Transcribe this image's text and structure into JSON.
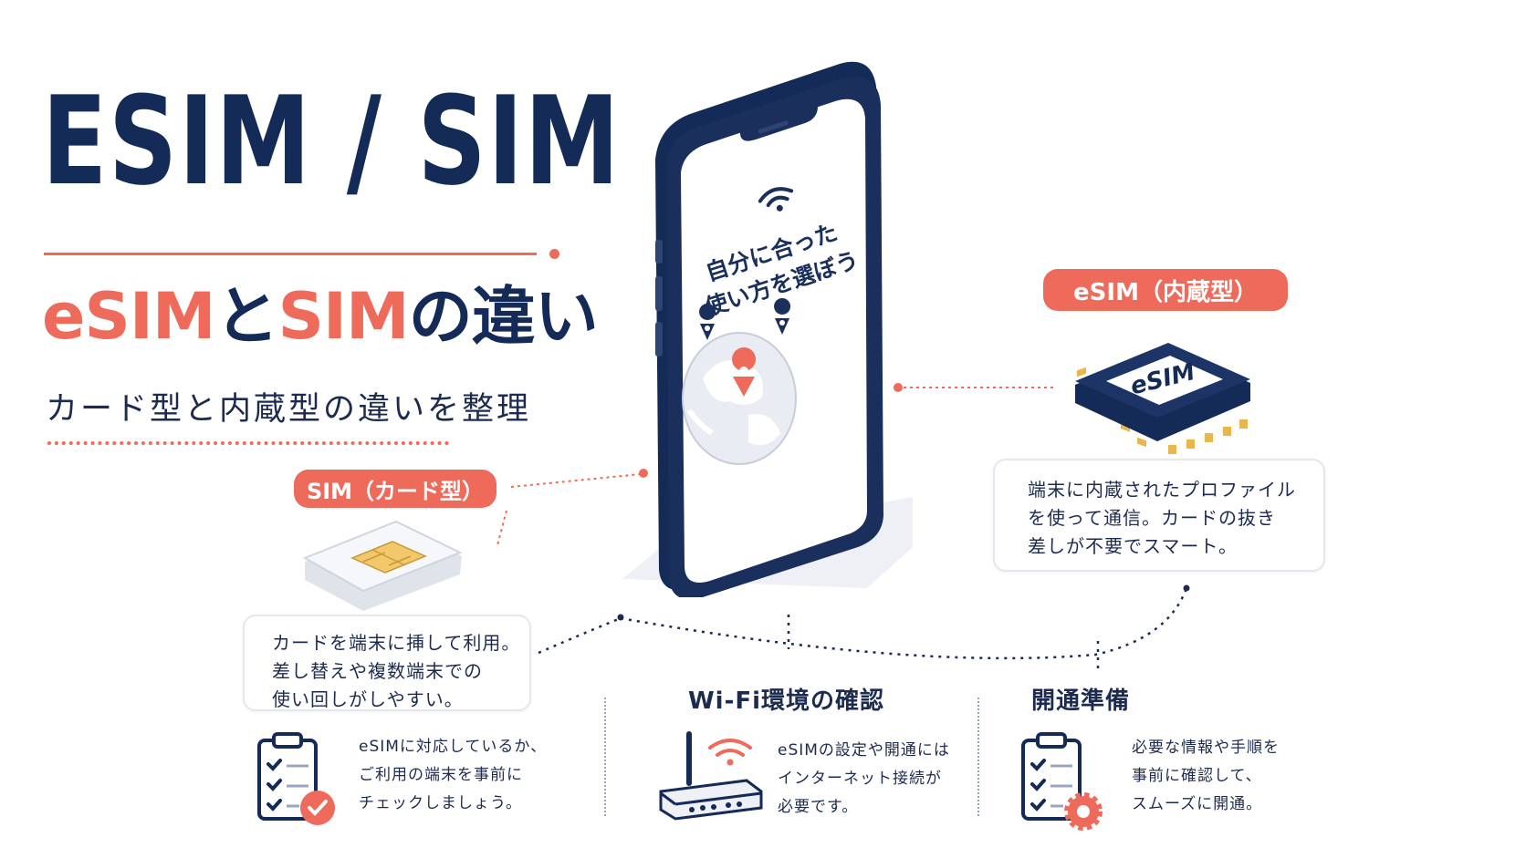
{
  "header": {
    "title": "ESIM / SIM",
    "subtitle_part1": "eSIM",
    "subtitle_part2": "と",
    "subtitle_part3": "SIM",
    "subtitle_part4": "の違い",
    "tagline": "カード型と内蔵型の違いを整理"
  },
  "phone": {
    "screen_line1": "自分に合った",
    "screen_line2": "使い方を選ぼう"
  },
  "sim": {
    "label": "SIM（カード型）",
    "desc": [
      "カードを端末に挿して利用。",
      "差し替えや複数端末での",
      "使い回しがしやすい。"
    ]
  },
  "esim": {
    "label": "eSIM（内蔵型）",
    "chip_text": "eSIM",
    "desc": [
      "端末に内蔵されたプロファイル",
      "を使って通信。カードの抜き",
      "差しが不要でスマート。"
    ]
  },
  "bottom": {
    "check": {
      "lines": [
        "eSIMに対応しているか、",
        "ご利用の端末を事前に",
        "チェックしましょう。"
      ]
    },
    "wifi": {
      "title": "Wi-Fi環境の確認",
      "lines": [
        "eSIMの設定や開通には",
        "インターネット接続が",
        "必要です。"
      ]
    },
    "activation": {
      "title": "開通準備",
      "lines": [
        "必要な情報や手順を",
        "事前に確認して、",
        "スムーズに開通。"
      ]
    }
  },
  "colors": {
    "navy": "#142a57",
    "accent": "#ee6a5b",
    "gold": "#f2c86a",
    "border": "#e4e7ee"
  },
  "icons": [
    "wifi-icon",
    "globe-icon",
    "location-pin-icon",
    "sim-card-icon",
    "esim-chip-icon",
    "clipboard-check-icon",
    "router-icon",
    "clipboard-gear-icon"
  ]
}
